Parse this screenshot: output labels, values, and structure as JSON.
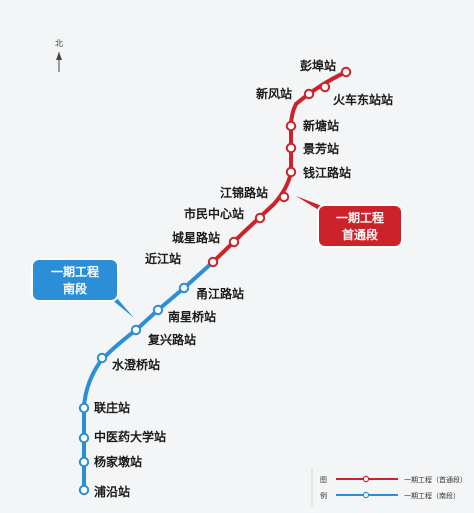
{
  "map": {
    "north_label": "北",
    "phase_red_callout": [
      "一期工程",
      "首通段"
    ],
    "phase_blue_callout": [
      "一期工程",
      "南段"
    ],
    "legend_title_chars": [
      "图",
      "例"
    ],
    "legend_items": [
      {
        "label": "一期工程（首通段）",
        "color": "#cc2229"
      },
      {
        "label": "一期工程（南段）",
        "color": "#2a8fd6"
      }
    ],
    "line_colors": {
      "red": "#cc2229",
      "blue": "#2a8fd6"
    }
  },
  "stations": [
    {
      "name": "彭埠站",
      "segment": "red"
    },
    {
      "name": "火车东站站",
      "segment": "red"
    },
    {
      "name": "新风站",
      "segment": "red"
    },
    {
      "name": "新塘站",
      "segment": "red"
    },
    {
      "name": "景芳站",
      "segment": "red"
    },
    {
      "name": "钱江路站",
      "segment": "red"
    },
    {
      "name": "江锦路站",
      "segment": "red"
    },
    {
      "name": "市民中心站",
      "segment": "red"
    },
    {
      "name": "城星路站",
      "segment": "red"
    },
    {
      "name": "近江站",
      "segment": "red"
    },
    {
      "name": "甬江路站",
      "segment": "blue"
    },
    {
      "name": "南星桥站",
      "segment": "blue"
    },
    {
      "name": "复兴路站",
      "segment": "blue"
    },
    {
      "name": "水澄桥站",
      "segment": "blue"
    },
    {
      "name": "联庄站",
      "segment": "blue"
    },
    {
      "name": "中医药大学站",
      "segment": "blue"
    },
    {
      "name": "杨家墩站",
      "segment": "blue"
    },
    {
      "name": "浦沿站",
      "segment": "blue"
    }
  ]
}
